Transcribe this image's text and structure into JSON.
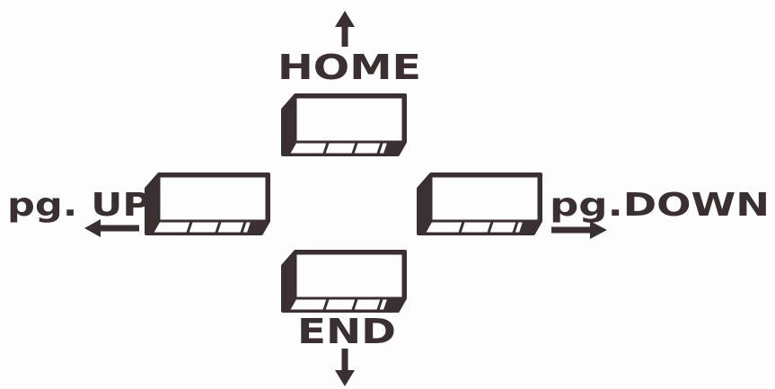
{
  "diagram": {
    "labels": {
      "home": "HOME",
      "end": "END",
      "page_up": "pg. UP",
      "page_down": "pg.DOWN"
    },
    "colors": {
      "ink": "#3a3031",
      "paper": "#fdfdfd"
    },
    "icons": {
      "home": "arrow-up-icon",
      "end": "arrow-down-icon",
      "page_up": "arrow-left-icon",
      "page_down": "arrow-right-icon"
    }
  }
}
